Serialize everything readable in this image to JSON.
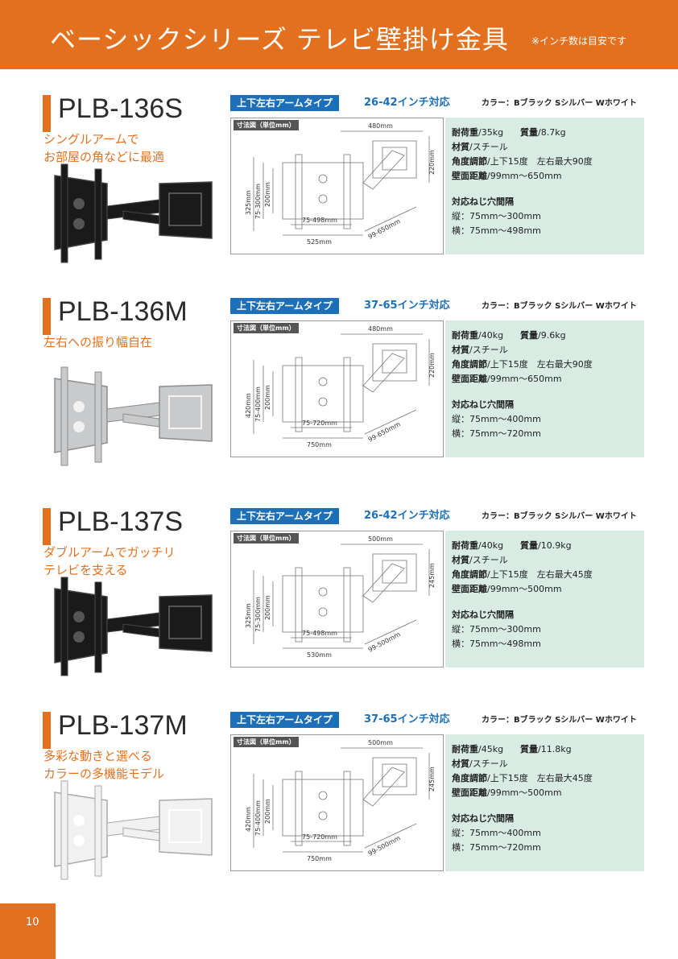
{
  "header": {
    "title": "ベーシックシリーズ テレビ壁掛け金具",
    "note": "※インチ数は目安です"
  },
  "page_number": "10",
  "colors": {
    "accent": "#e2701f",
    "badge": "#1d6fb8",
    "spec_bg": "#d8ece4"
  },
  "common": {
    "type_label": "上下左右アームタイプ",
    "color_label": "カラー：Bブラック Sシルバー Wホワイト",
    "diagram_label": "寸法図（単位mm）",
    "k_load": "耐荷重",
    "k_weight": "質量",
    "k_material": "材質",
    "k_angle": "角度調節",
    "k_distance": "壁面距離",
    "k_holes": "対応ねじ穴間隔",
    "material": "/スチール",
    "angle_prefix": "/上下15度　",
    "distance_prefix": "/"
  },
  "products": [
    {
      "model": "PLB-136S",
      "tagline": [
        "シングルアームで",
        "お部屋の角などに最適"
      ],
      "inch": "26-42インチ対応",
      "load": "/35kg",
      "weight": "/8.7kg",
      "angle": "左右最大90度",
      "distance": "99mm〜650mm",
      "vertical": "縦：75mm〜300mm",
      "horizontal": "横：75mm〜498mm",
      "photo_color": "black",
      "dims": {
        "top": "480mm",
        "side": "220mm",
        "h1": "325mm",
        "h2": "75-300mm",
        "h3": "200mm",
        "w1": "75-498mm",
        "w2": "525mm",
        "arm": "99-650mm"
      }
    },
    {
      "model": "PLB-136M",
      "tagline": [
        "左右への振り幅自在"
      ],
      "inch": "37-65インチ対応",
      "load": "/40kg",
      "weight": "/9.6kg",
      "angle": "左右最大90度",
      "distance": "99mm〜650mm",
      "vertical": "縦：75mm〜400mm",
      "horizontal": "横：75mm〜720mm",
      "photo_color": "silver",
      "dims": {
        "top": "480mm",
        "side": "220mm",
        "h1": "420mm",
        "h2": "75-400mm",
        "h3": "200mm",
        "w1": "75-720mm",
        "w2": "750mm",
        "arm": "99-650mm"
      }
    },
    {
      "model": "PLB-137S",
      "tagline": [
        "ダブルアームでガッチリ",
        "テレビを支える"
      ],
      "inch": "26-42インチ対応",
      "load": "/40kg",
      "weight": "/10.9kg",
      "angle": "左右最大45度",
      "distance": "99mm〜500mm",
      "vertical": "縦：75mm〜300mm",
      "horizontal": "横：75mm〜498mm",
      "photo_color": "black",
      "dims": {
        "top": "500mm",
        "side": "245mm",
        "h1": "325mm",
        "h2": "75-300mm",
        "h3": "200mm",
        "w1": "75-498mm",
        "w2": "530mm",
        "arm": "99-500mm"
      }
    },
    {
      "model": "PLB-137M",
      "tagline": [
        "多彩な動きと選べる",
        "カラーの多機能モデル"
      ],
      "inch": "37-65インチ対応",
      "load": "/45kg",
      "weight": "/11.8kg",
      "angle": "左右最大45度",
      "distance": "99mm〜500mm",
      "vertical": "縦：75mm〜400mm",
      "horizontal": "横：75mm〜720mm",
      "photo_color": "white",
      "dims": {
        "top": "500mm",
        "side": "245mm",
        "h1": "420mm",
        "h2": "75-400mm",
        "h3": "200mm",
        "w1": "75-720mm",
        "w2": "750mm",
        "arm": "99-500mm"
      }
    }
  ]
}
